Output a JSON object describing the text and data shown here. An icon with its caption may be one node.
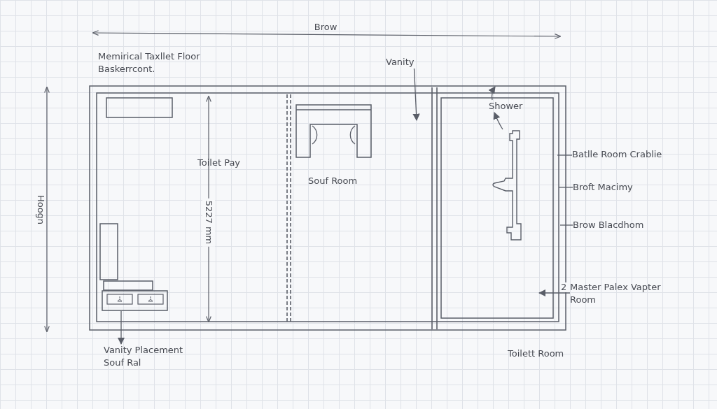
{
  "diagram": {
    "title": "Memirical Taxllet Floor Baskerrcont.",
    "nodes": [
      {
        "text": [
          "Vanity"
        ]
      },
      {
        "text": [
          "Shower"
        ]
      },
      {
        "text": [],
        "shape": "picture"
      },
      {
        "text": [
          "Batlle Room Crablie"
        ]
      },
      {
        "text": [
          "Broft Macimy"
        ]
      },
      {
        "text": [
          "Brow Blacdhom"
        ]
      },
      {
        "text": [
          "Master Palex Vapter Room"
        ],
        "beside": [
          "2"
        ]
      },
      {
        "text": [],
        "shape": "box"
      },
      {
        "text": [
          "Vanity Placement Souf Ral"
        ]
      }
    ],
    "edges": [
      {
        "from": 0,
        "to": null,
        "arrow": "to"
      },
      {
        "from": 1,
        "to": null,
        "arrow": "to"
      },
      {
        "from": 2,
        "to": 1,
        "arrow": "to"
      },
      {
        "from": 3,
        "to": null,
        "arrow": "none"
      },
      {
        "from": 4,
        "to": null,
        "arrow": "none"
      },
      {
        "from": 5,
        "to": null,
        "arrow": "none"
      },
      {
        "from": 6,
        "to": null,
        "arrow": "to"
      },
      {
        "from": 7,
        "to": 8,
        "arrow": "to"
      }
    ],
    "labels": [
      "Brow",
      "Toilet Pay",
      "Souf Room",
      "Hoogn",
      "5227 mm",
      "Toilett Room"
    ]
  }
}
